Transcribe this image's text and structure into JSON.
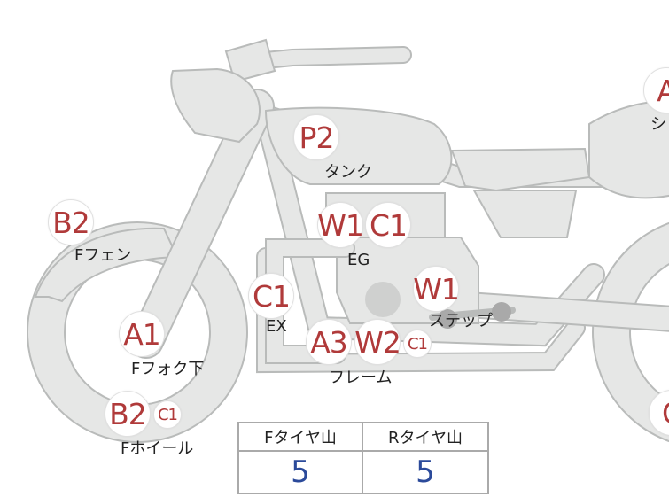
{
  "colors": {
    "accent_red": "#b03a3a",
    "value_blue": "#2b4a9a",
    "part_fill": "#e6e7e6"
  },
  "badges": {
    "fork_top": "A1",
    "fender_front": "B2",
    "wheel_front_b2": "B2",
    "wheel_front_c1": "C1",
    "tank": "P2",
    "engine_w1": "W1",
    "engine_c1": "C1",
    "exhaust": "C1",
    "step": "W1",
    "frame_a3": "A3",
    "frame_w2": "W2",
    "frame_c1": "C1",
    "seat_edge": "A",
    "rear_edge": "C"
  },
  "labels": {
    "fender_front": "Fフェン",
    "fork": "Fフォク下",
    "wheel_front": "Fホイール",
    "tank": "タンク",
    "engine": "EG",
    "exhaust": "EX",
    "step": "ステップ",
    "frame": "フレーム",
    "seat_edge": "シ"
  },
  "tyre_table": {
    "headers": [
      "Fタイヤ山",
      "Rタイヤ山"
    ],
    "values": [
      "5",
      "5"
    ]
  }
}
